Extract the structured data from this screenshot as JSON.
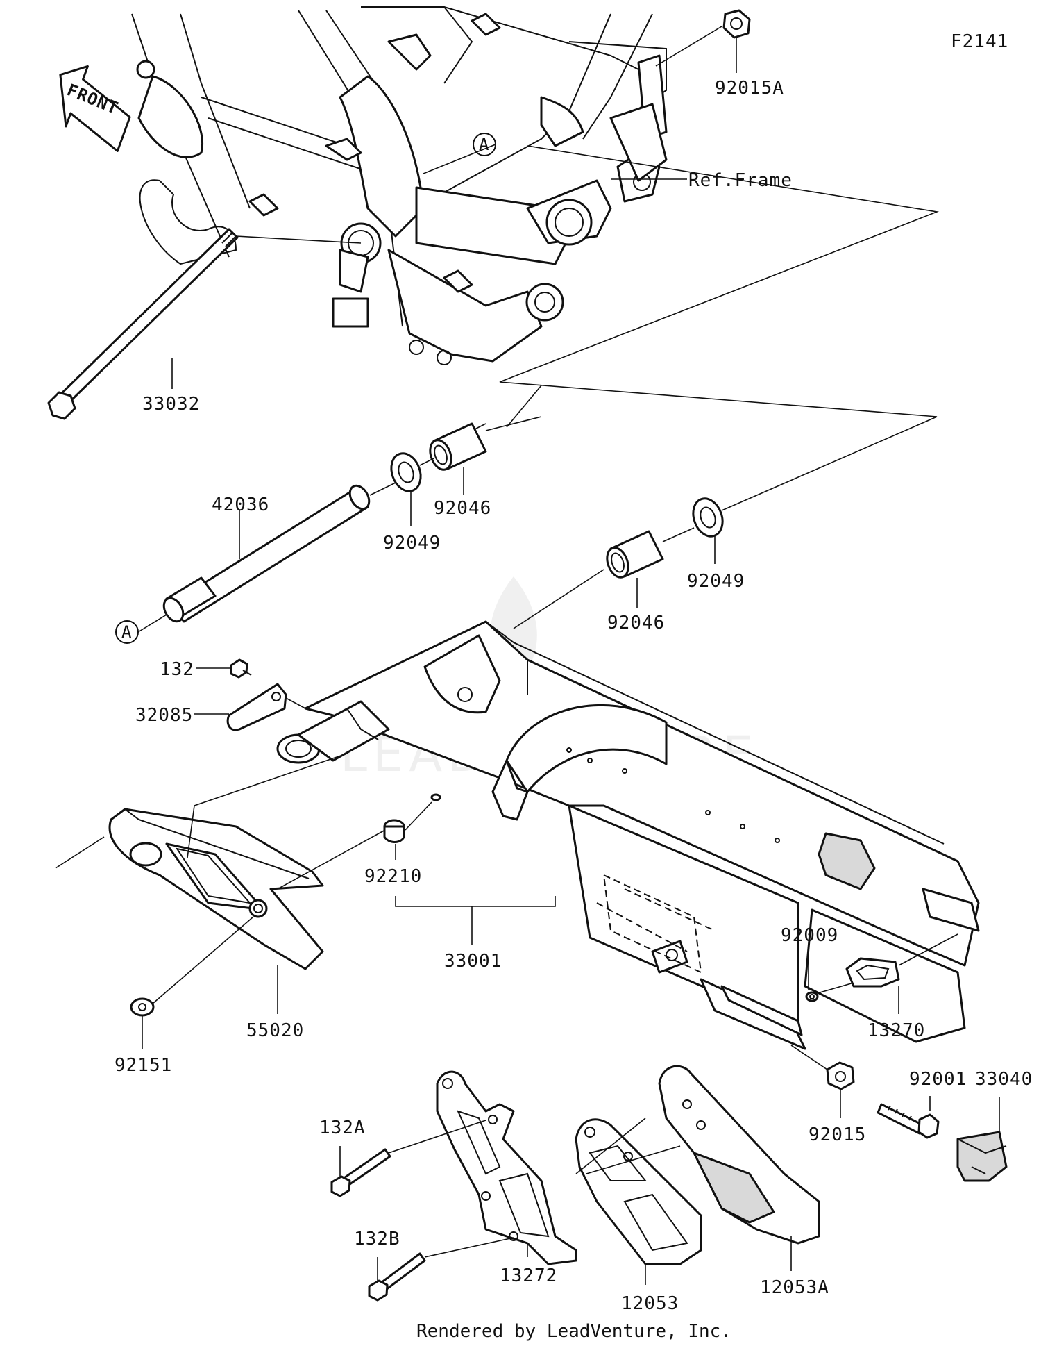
{
  "figure_code": "F2141",
  "front_arrow_label": "FRONT",
  "ref_label": "Ref.Frame",
  "ref_marker": "A",
  "watermark": "LEADVENTURE",
  "footer": "Rendered by LeadVenture, Inc.",
  "parts": {
    "p92015A": "92015A",
    "p33032": "33032",
    "p42036": "42036",
    "p92049a": "92049",
    "p92046a": "92046",
    "p92049b": "92049",
    "p92046b": "92046",
    "p132": "132",
    "p32085": "32085",
    "p92210": "92210",
    "p33001": "33001",
    "p55020": "55020",
    "p92151": "92151",
    "p92009": "92009",
    "p13270": "13270",
    "p92015": "92015",
    "p92001": "92001",
    "p33040": "33040",
    "p132A": "132A",
    "p132B": "132B",
    "p13272": "13272",
    "p12053": "12053",
    "p12053A": "12053A"
  }
}
